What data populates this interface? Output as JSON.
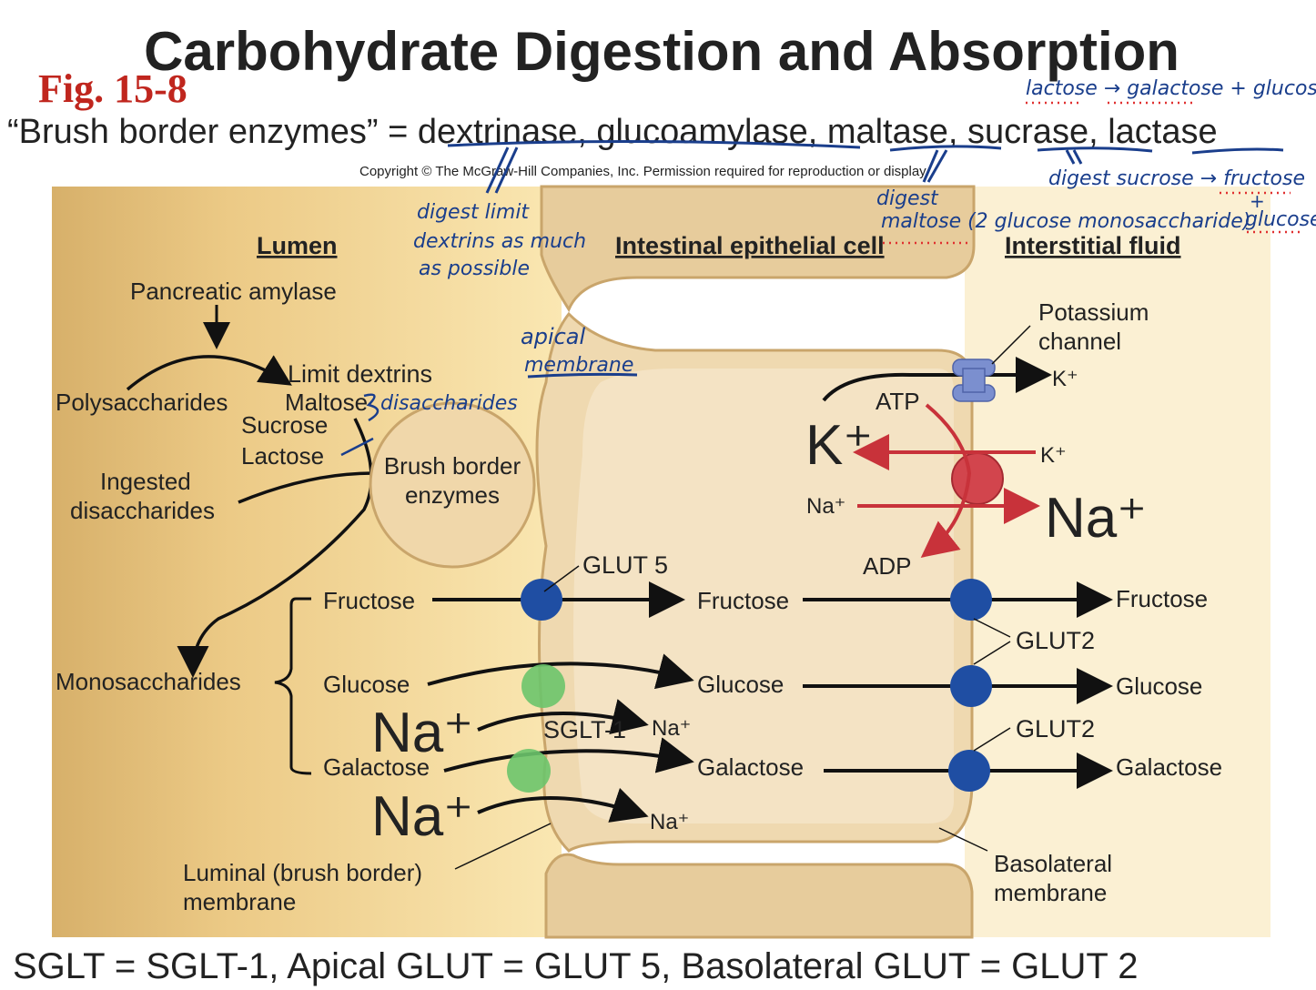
{
  "title": "Carbohydrate Digestion and Absorption",
  "fig_label": "Fig. 15-8",
  "subtitle": {
    "prefix": "“Brush border enzymes” = ",
    "enzymes": [
      "dextrinase,",
      "glucoamylase,",
      "maltase,",
      "sucrase,",
      "lactase"
    ]
  },
  "copyright": "Copyright © The McGraw-Hill Companies, Inc. Permission required for reproduction or display.",
  "regions": {
    "lumen": "Lumen",
    "cell": "Intestinal epithelial cell",
    "interstitial": "Interstitial fluid"
  },
  "lumen_labels": {
    "pancreatic_amylase": "Pancreatic amylase",
    "polysaccharides": "Polysaccharides",
    "limit_dextrins": "Limit dextrins",
    "maltose": "Maltose",
    "sucrose": "Sucrose",
    "lactose": "Lactose",
    "ingested_1": "Ingested",
    "ingested_2": "disaccharides",
    "brush_1": "Brush border",
    "brush_2": "enzymes",
    "monosaccharides": "Monosaccharides",
    "fructose": "Fructose",
    "glucose": "Glucose",
    "galactose": "Galactose",
    "na_big": "Na⁺",
    "luminal_1": "Luminal (brush border)",
    "luminal_2": "membrane"
  },
  "transporters": {
    "glut5": "GLUT 5",
    "sglt1": "SGLT-1",
    "glut2_a": "GLUT2",
    "glut2_b": "GLUT2",
    "potassium_1": "Potassium",
    "potassium_2": "channel"
  },
  "cell_labels": {
    "fructose": "Fructose",
    "glucose": "Glucose",
    "galactose": "Galactose",
    "na_small_1": "Na⁺",
    "na_small_2": "Na⁺",
    "atp": "ATP",
    "adp": "ADP",
    "k_big": "K⁺",
    "na_in": "Na⁺"
  },
  "interstitial_labels": {
    "k_top": "K⁺",
    "k_pump": "K⁺",
    "na_big": "Na⁺",
    "fructose": "Fructose",
    "glucose": "Glucose",
    "galactose": "Galactose",
    "basolateral_1": "Basolateral",
    "basolateral_2": "membrane"
  },
  "handwritten": {
    "lactose_note": "lactose → galactose + glucose",
    "sucrose_note": "digest sucrose → fructose",
    "plus": "+",
    "glucose_note": "glucose",
    "maltose_1": "digest",
    "maltose_2": "maltose (2 glucose monosaccharide)",
    "dextrin_1": "digest limit",
    "dextrin_2": "dextrins as much",
    "dextrin_3": "as possible",
    "apical_1": "apical",
    "apical_2": "membrane",
    "disacch": "disaccharides"
  },
  "footer": "SGLT = SGLT-1, Apical GLUT = GLUT 5, Basolateral GLUT = GLUT 2",
  "colors": {
    "handwriting": "#1a3e8c",
    "pump_red": "#c8323a",
    "glut_blue": "#1f4ea3",
    "sglt_green": "#6cc46c",
    "fig_red": "#c0261e"
  }
}
